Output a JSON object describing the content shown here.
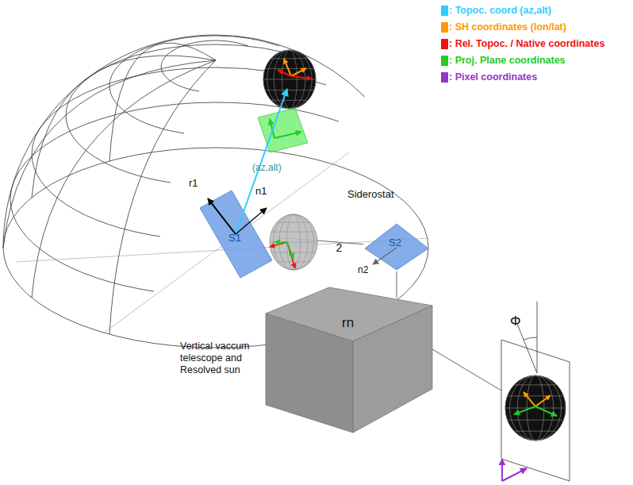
{
  "diagram": {
    "nodes": [
      {
        "text": [
          "S1"
        ]
      },
      {
        "text": [
          "S2"
        ]
      },
      {
        "text": [
          "rn",
          "Vertical vaccum telescope and Resolved sun"
        ]
      }
    ],
    "edges": [
      {
        "from": 0,
        "to": 1,
        "label": "2",
        "arrow": "none"
      },
      {
        "from": 1,
        "to": 2,
        "arrow": "none"
      }
    ],
    "labels": [
      "r1",
      "n1",
      "(az,alt)",
      "Siderostat",
      "n2",
      "Φ"
    ],
    "legend": [
      {
        "text": ": Topoc. coord (az,alt)",
        "color": "#33ccff"
      },
      {
        "text": ": SH coordinates (lon/lat)",
        "color": "#ff9900"
      },
      {
        "text": ": Rel. Topoc. / Native coordinates",
        "color": "#ee1111"
      },
      {
        "text": ": Proj. Plane coordinates",
        "color": "#22cc22"
      },
      {
        "text": ": Pixel coordinates",
        "color": "#9933cc"
      }
    ]
  }
}
